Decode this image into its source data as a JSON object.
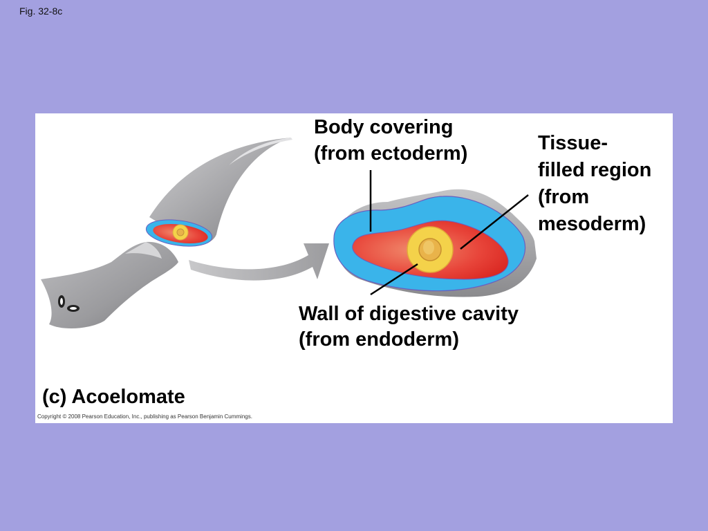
{
  "figure_label": "Fig. 32-8c",
  "labels": {
    "body_covering": [
      "Body covering",
      "(from ectoderm)"
    ],
    "tissue_filled": [
      "Tissue-",
      "filled region",
      "(from",
      "mesoderm)"
    ],
    "digestive_wall": [
      "Wall of digestive cavity",
      "(from endoderm)"
    ],
    "panel_caption": "(c) Acoelomate"
  },
  "copyright": "Copyright © 2008 Pearson Education, Inc., publishing as Pearson Benjamin Cummings.",
  "colors": {
    "background": "#a3a0e0",
    "ectoderm": "#3ab4ea",
    "mesoderm": "#e8312b",
    "endoderm": "#f4d24a",
    "body_gray": "#9a9a9c"
  }
}
